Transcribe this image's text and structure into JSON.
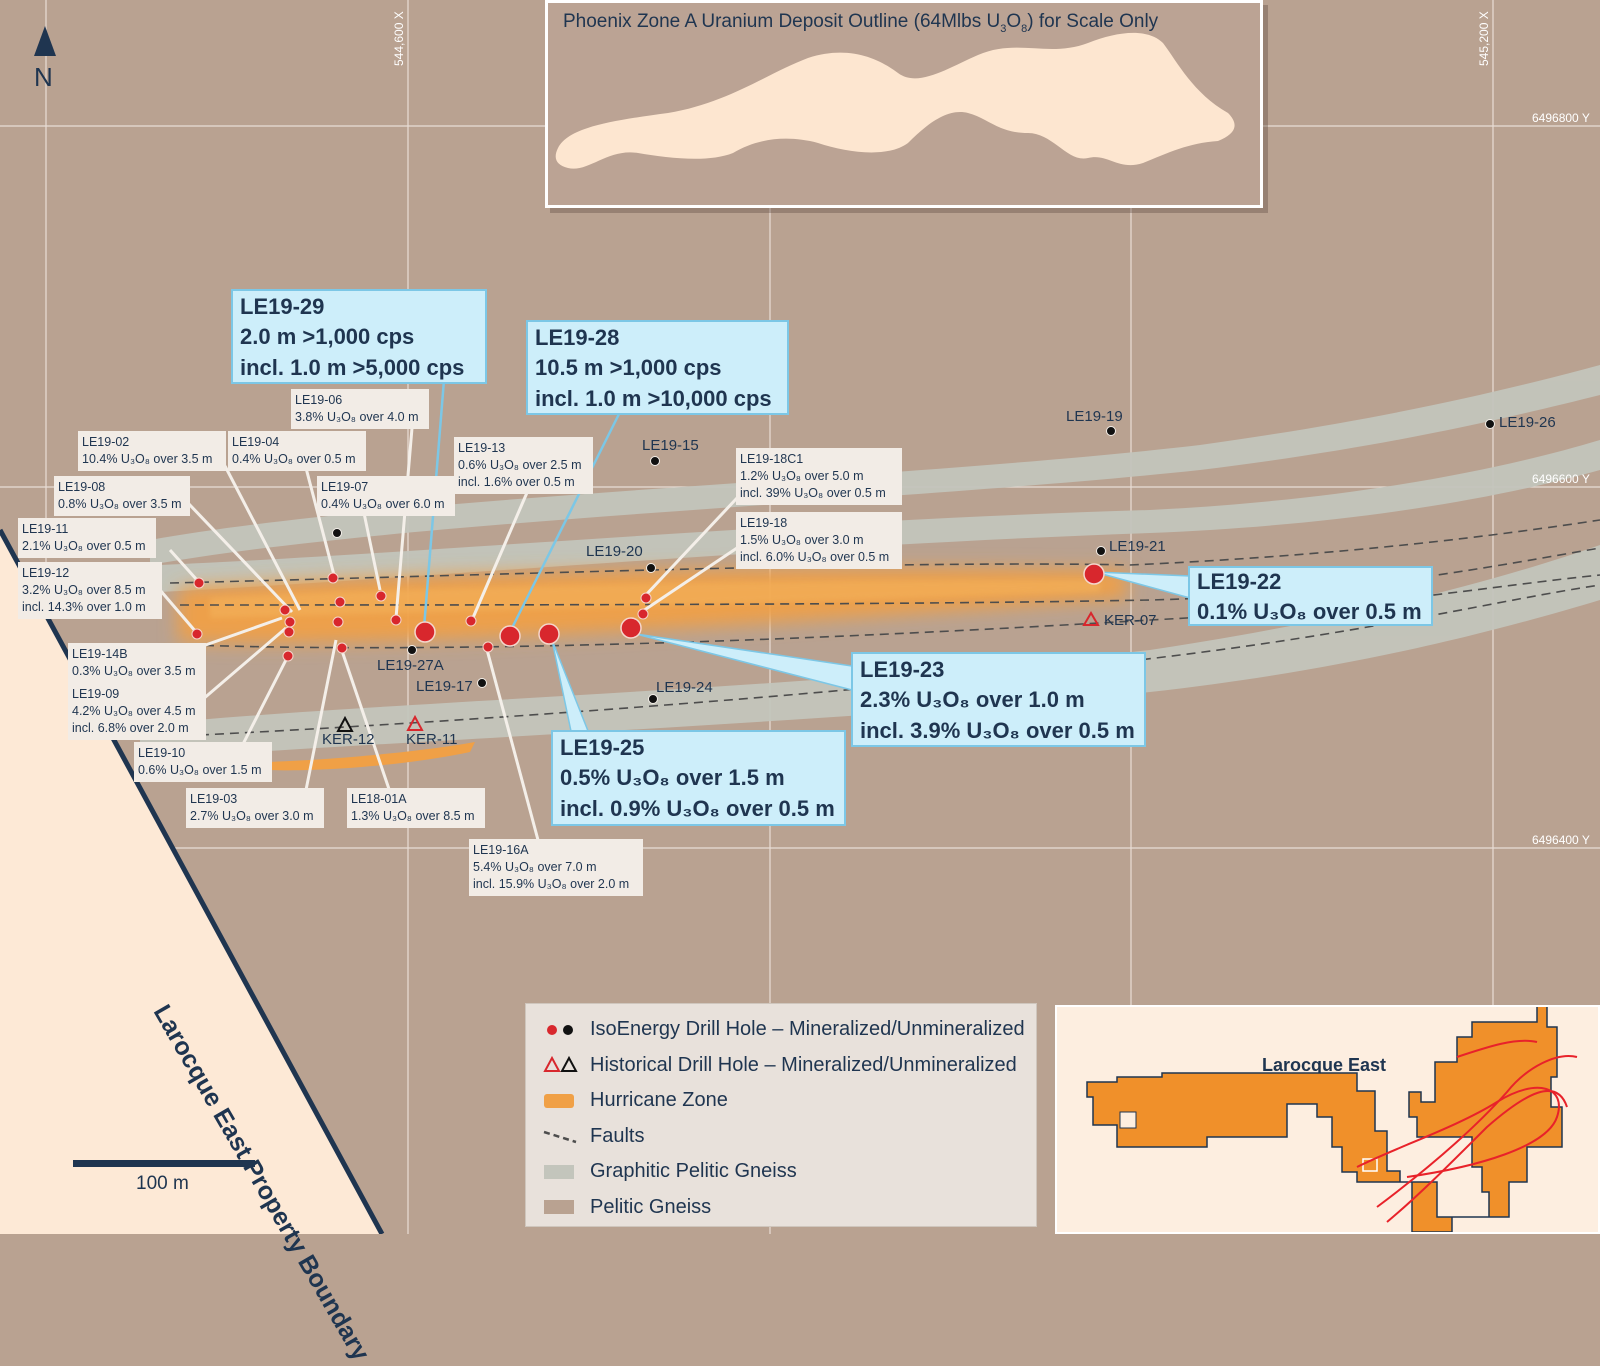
{
  "phoenix_title_parts": [
    "Phoenix Zone A Uranium Deposit Outline (64Mlbs U",
    "3",
    "O",
    "8",
    ") for Scale Only"
  ],
  "north_label": "N",
  "scale_label": "100 m",
  "boundary_label": "Larocque East Property Boundary",
  "coords": {
    "x1": "544,600 X",
    "x2": "545,200 X",
    "y1": "6496800 Y",
    "y2": "6496600 Y",
    "y3": "6496400 Y"
  },
  "callouts": {
    "le19_29": {
      "title": "LE19-29",
      "l1": "2.0  m >1,000 cps",
      "l2": "incl. 1.0 m >5,000 cps"
    },
    "le19_28": {
      "title": "LE19-28",
      "l1": "10.5 m >1,000 cps",
      "l2": "incl. 1.0 m >10,000 cps"
    },
    "le19_22": {
      "title": "LE19-22",
      "l1": "0.1% U₃O₈ over 0.5 m"
    },
    "le19_23": {
      "title": "LE19-23",
      "l1": "2.3% U₃O₈ over 1.0 m",
      "l2": "incl. 3.9% U₃O₈ over 0.5 m"
    },
    "le19_25": {
      "title": "LE19-25",
      "l1": "0.5% U₃O₈ over 1.5 m",
      "l2": "incl. 0.9% U₃O₈ over 0.5 m"
    }
  },
  "labels": {
    "le19_06": {
      "name": "LE19-06",
      "l1": "3.8% U₃O₈ over 4.0 m"
    },
    "le19_02": {
      "name": "LE19-02",
      "l1": "10.4% U₃O₈ over 3.5 m"
    },
    "le19_04": {
      "name": "LE19-04",
      "l1": "0.4% U₃O₈ over 0.5 m"
    },
    "le19_13": {
      "name": "LE19-13",
      "l1": "0.6% U₃O₈ over 2.5 m",
      "l2": "incl. 1.6% over 0.5 m"
    },
    "le19_08": {
      "name": "LE19-08",
      "l1": "0.8% U₃O₈ over 3.5 m"
    },
    "le19_07": {
      "name": "LE19-07",
      "l1": "0.4% U₃O₈ over 6.0 m"
    },
    "le19_18c1": {
      "name": "LE19-18C1",
      "l1": "1.2% U₃O₈ over 5.0 m",
      "l2": "incl. 39% U₃O₈ over 0.5 m"
    },
    "le19_11": {
      "name": "LE19-11",
      "l1": "2.1% U₃O₈ over 0.5 m"
    },
    "le19_18": {
      "name": "LE19-18",
      "l1": "1.5% U₃O₈ over 3.0 m",
      "l2": "incl. 6.0% U₃O₈ over 0.5 m"
    },
    "le19_12": {
      "name": "LE19-12",
      "l1": "3.2% U₃O₈ over 8.5 m",
      "l2": "incl. 14.3% over 1.0 m"
    },
    "le19_14b": {
      "name": "LE19-14B",
      "l1": "0.3% U₃O₈ over 3.5 m"
    },
    "le19_09": {
      "name": "LE19-09",
      "l1": "4.2% U₃O₈ over 4.5 m",
      "l2": "incl. 6.8% over 2.0 m"
    },
    "le19_10": {
      "name": "LE19-10",
      "l1": "0.6% U₃O₈ over 1.5 m"
    },
    "le19_03": {
      "name": "LE19-03",
      "l1": "2.7% U₃O₈ over 3.0 m"
    },
    "le18_01a": {
      "name": "LE18-01A",
      "l1": "1.3% U₃O₈ over 8.5 m"
    },
    "le19_16a": {
      "name": "LE19-16A",
      "l1": "5.4% U₃O₈ over 7.0 m",
      "l2": "incl. 15.9% U₃O₈ over 2.0 m"
    }
  },
  "hole_names": {
    "le19_15": "LE19-15",
    "le19_19": "LE19-19",
    "le19_26": "LE19-26",
    "le19_20": "LE19-20",
    "le19_21": "LE19-21",
    "ker_07": "KER-07",
    "le19_27a": "LE19-27A",
    "le19_17": "LE19-17",
    "le19_24": "LE19-24",
    "ker_12": "KER-12",
    "ker_11": "KER-11"
  },
  "legend": {
    "drill": "IsoEnergy Drill Hole – Mineralized/Unmineralized",
    "historical": "Historical Drill Hole – Mineralized/Unmineralized",
    "hurricane": "Hurricane Zone",
    "faults": "Faults",
    "graphitic": "Graphitic Pelitic Gneiss",
    "pelitic": "Pelitic Gneiss"
  },
  "inset_title": "Larocque East",
  "colors": {
    "pelitic_gneiss": "#b9a291",
    "graphitic_gneiss": "#c3c5bc",
    "hurricane_zone": "#f0a046",
    "mineralized": "#d8272d",
    "unmineralized": "#111111",
    "callout_fill": "#cdeefa",
    "navy": "#1f3550",
    "property_outside": "#fde9d6",
    "deposit_outline": "#fde6d0"
  },
  "icons": {
    "north": "north-arrow-icon",
    "mineralized_hole": "red-circle-icon",
    "unmineralized_hole": "black-circle-icon",
    "historical_mineralized": "red-triangle-icon",
    "historical_unmineralized": "black-triangle-icon"
  }
}
